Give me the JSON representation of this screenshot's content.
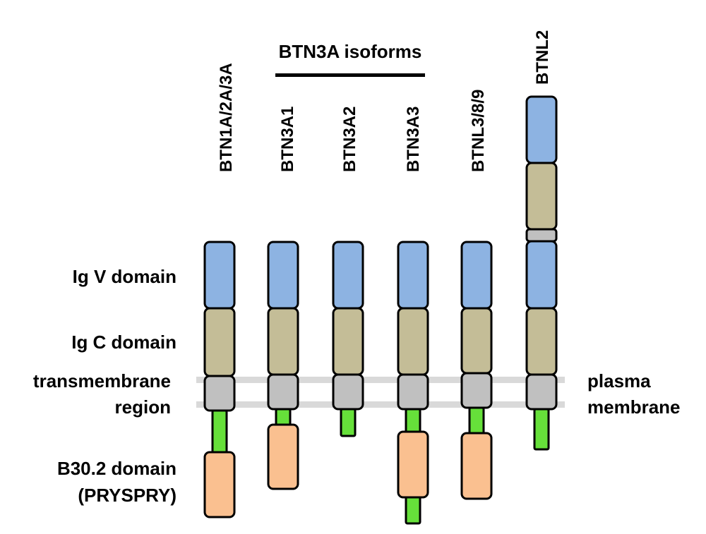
{
  "legend_labels": {
    "ig_v": "Ig V domain",
    "ig_c": "Ig C domain",
    "tm_line1": "transmembrane",
    "tm_line2": "region",
    "b30_line1": "B30.2 domain",
    "b30_line2": "(PRYSPRY)",
    "pm_line1": "plasma",
    "pm_line2": "membrane"
  },
  "group": {
    "title": "BTN3A isoforms"
  },
  "proteins": [
    {
      "id": "btn1a",
      "label": "BTN1A/2A/3A"
    },
    {
      "id": "btn3a1",
      "label": "BTN3A1"
    },
    {
      "id": "btn3a2",
      "label": "BTN3A2"
    },
    {
      "id": "btn3a3",
      "label": "BTN3A3"
    },
    {
      "id": "btnl389",
      "label": "BTNL3/8/9"
    },
    {
      "id": "btnl2",
      "label": "BTNL2"
    }
  ],
  "colors": {
    "ig_v": "#8db3e2",
    "ig_c": "#c4bd97",
    "transmembrane": "#c0c0c0",
    "cytoplasmic_tail": "#66e03a",
    "b30_2": "#fac090",
    "membrane": "#d9d9d9"
  }
}
